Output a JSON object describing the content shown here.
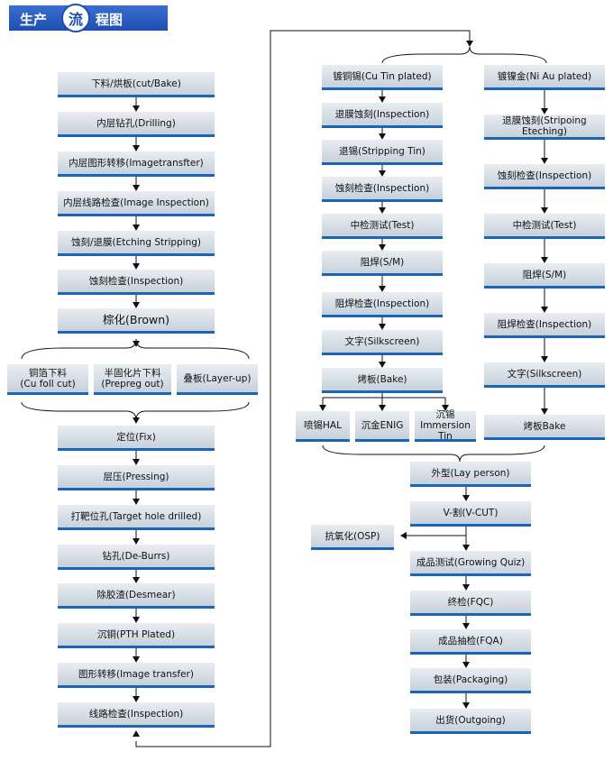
{
  "header": {
    "title_left": "生产",
    "title_circle": "流",
    "title_right": "程图"
  },
  "left_column": [
    "下料/烘板(cut/Bake)",
    "内层钻孔(Drilling)",
    "内层图形转移(Imagetransfter)",
    "内层线路检查(Image Inspection)",
    "蚀刻/退膜(Etching Stripping)",
    "蚀刻检查(Inspection)",
    "棕化(Brown)"
  ],
  "layup_group": [
    "铜箔下料\n(Cu foll cut)",
    "半固化片下料\n(Prepreg out)",
    "叠板(Layer-up)"
  ],
  "left_column_lower": [
    "定位(Fix)",
    "层压(Pressing)",
    "打靶位孔(Target hole drilled)",
    "钻孔(De-Burrs)",
    "除胶渣(Desmear)",
    "沉铜(PTH Plated)",
    "图形转移(Image transfer)",
    "线路检查(Inspection)"
  ],
  "middle_column": [
    "镀铜锡(Cu Tin plated)",
    "退膜蚀刻(Inspection)",
    "退锡(Stripping Tin)",
    "蚀刻检查(Inspection)",
    "中检测试(Test)",
    "阻焊(S/M)",
    "阻焊检查(Inspection)",
    "文字(Silkscreen)",
    "烤板(Bake)"
  ],
  "finish_group": [
    "喷锡HAL",
    "沉金ENIG",
    "沉锡\nImmersion Tin"
  ],
  "right_column": [
    "镀镍金(Ni Au plated)",
    "退膜蚀刻(Stripoing Eteching)",
    "蚀刻检查(Inspection)",
    "中检测试(Test)",
    "阻焊(S/M)",
    "阻焊检查(Inspection)",
    "文字(Silkscreen)",
    "烤板Bake"
  ],
  "final_column": [
    "外型(Lay person)",
    "V-割(V-CUT)",
    "成品测试(Growing Quiz)",
    "终检(FQC)",
    "成品抽检(FQA)",
    "包装(Packaging)",
    "出货(Outgoing)"
  ],
  "osp_box": "抗氧化(OSP)",
  "colors": {
    "box_top": "#e9edf2",
    "box_bottom": "#c7d1db",
    "box_border": "#1c64b4",
    "header_blue": "#1d4fb0",
    "line": "#111111"
  }
}
